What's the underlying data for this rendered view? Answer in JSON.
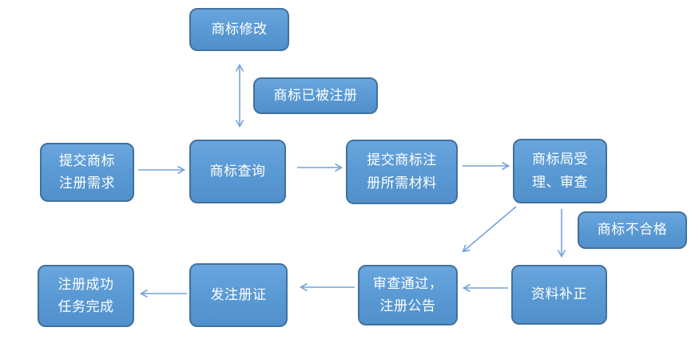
{
  "diagram": {
    "type": "flowchart",
    "background": "#ffffff",
    "colors": {
      "node_fill": "#5b9bd5",
      "node_fill_light": "#6aa5de",
      "node_border": "#41719c",
      "arrow": "#74a3da",
      "text": "#ffffff"
    },
    "nodes": [
      {
        "id": "modify",
        "label": "商标修改"
      },
      {
        "id": "already-registered",
        "label": "商标已被注册"
      },
      {
        "id": "submit-request",
        "label": "提交商标\n注册需求"
      },
      {
        "id": "query",
        "label": "商标查询"
      },
      {
        "id": "materials",
        "label": "提交商标注\n册所需材料"
      },
      {
        "id": "office",
        "label": "商标局受\n理、审查"
      },
      {
        "id": "unqualified",
        "label": "商标不合格"
      },
      {
        "id": "correction",
        "label": "资料补正"
      },
      {
        "id": "approved",
        "label": "审查通过，\n注册公告"
      },
      {
        "id": "certificate",
        "label": "发注册证"
      },
      {
        "id": "done",
        "label": "注册成功\n任务完成"
      }
    ],
    "edges": [
      {
        "from": "submit-request",
        "to": "query",
        "style": "arrow"
      },
      {
        "from": "query",
        "to": "materials",
        "style": "arrow"
      },
      {
        "from": "materials",
        "to": "office",
        "style": "arrow"
      },
      {
        "from": "query",
        "to": "modify",
        "style": "double-arrow"
      },
      {
        "from": "office",
        "to": "approved",
        "style": "arrow"
      },
      {
        "from": "office",
        "to": "correction",
        "style": "arrow"
      },
      {
        "from": "correction",
        "to": "approved",
        "style": "arrow"
      },
      {
        "from": "approved",
        "to": "certificate",
        "style": "arrow"
      },
      {
        "from": "certificate",
        "to": "done",
        "style": "arrow"
      }
    ]
  }
}
